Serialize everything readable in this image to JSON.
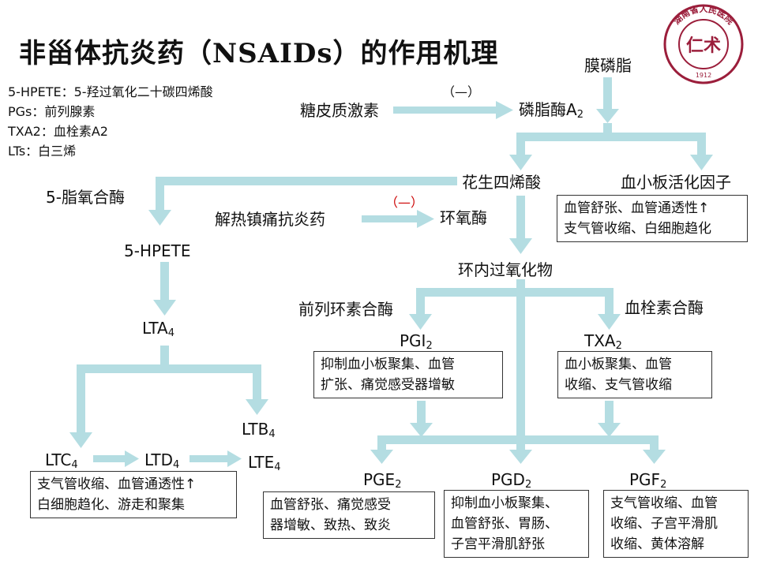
{
  "slide": {
    "title": "非甾体抗炎药（NSAIDs）的作用机理",
    "legend": [
      "5-HPETE：5-羟过氧化二十碳四烯酸",
      "PGs：前列腺素",
      "TXA2：血栓素A2",
      "LTs：白三烯"
    ]
  },
  "logo": {
    "icon": "hospital-seal-icon",
    "text": "湖南省人民医院",
    "inner_text": "仁术",
    "year": "1912",
    "color": "#9b1e3b"
  },
  "colors": {
    "arrow": "#b4dde2",
    "inhibit_red": "#cc0000",
    "box_border": "#333333"
  },
  "nodes": {
    "membrane": "膜磷脂",
    "glucocorticoid": "糖皮质激素",
    "inhibit_1": "（—）",
    "pla2_main": "磷脂酶A",
    "pla2_sub": "2",
    "arachidonic": "花生四烯酸",
    "paf": "血小板活化因子",
    "lipoxygenase": "5-脂氧合酶",
    "nsaid": "解热镇痛抗炎药",
    "inhibit_2": "（—）",
    "cox": "环氧酶",
    "hpete": "5-HPETE",
    "endoperoxide": "环内过氧化物",
    "prostacyclin_synthase": "前列环素合酶",
    "thromboxane_synthase": "血栓素合酶",
    "lta_main": "LTA",
    "lta_sub": "4",
    "pgi_main": "PGI",
    "pgi_sub": "2",
    "txa_main": "TXA",
    "txa_sub": "2",
    "ltb_main": "LTB",
    "ltb_sub": "4",
    "ltc_main": "LTC",
    "ltc_sub": "4",
    "ltd_main": "LTD",
    "ltd_sub": "4",
    "lte_main": "LTE",
    "lte_sub": "4",
    "pge_main": "PGE",
    "pge_sub": "2",
    "pgd_main": "PGD",
    "pgd_sub": "2",
    "pgf_main": "PGF",
    "pgf_sub": "2"
  },
  "boxes": {
    "paf_effects": [
      "血管舒张、血管通透性↑",
      "支气管收缩、白细胞趋化"
    ],
    "pgi_effects": [
      "抑制血小板聚集、血管",
      "扩张、痛觉感受器增敏"
    ],
    "txa_effects": [
      "血小板聚集、血管",
      "收缩、支气管收缩"
    ],
    "lt_effects": [
      "支气管收缩、血管通透性↑",
      "白细胞趋化、游走和聚集"
    ],
    "pge_effects": [
      "血管舒张、痛觉感受",
      "器增敏、致热、致炎"
    ],
    "pgd_effects": [
      "抑制血小板聚集、",
      "血管舒张、胃肠、",
      "子宫平滑肌舒张"
    ],
    "pgf_effects": [
      "支气管收缩、血管",
      "收缩、子宫平滑肌",
      "收缩、黄体溶解"
    ]
  }
}
